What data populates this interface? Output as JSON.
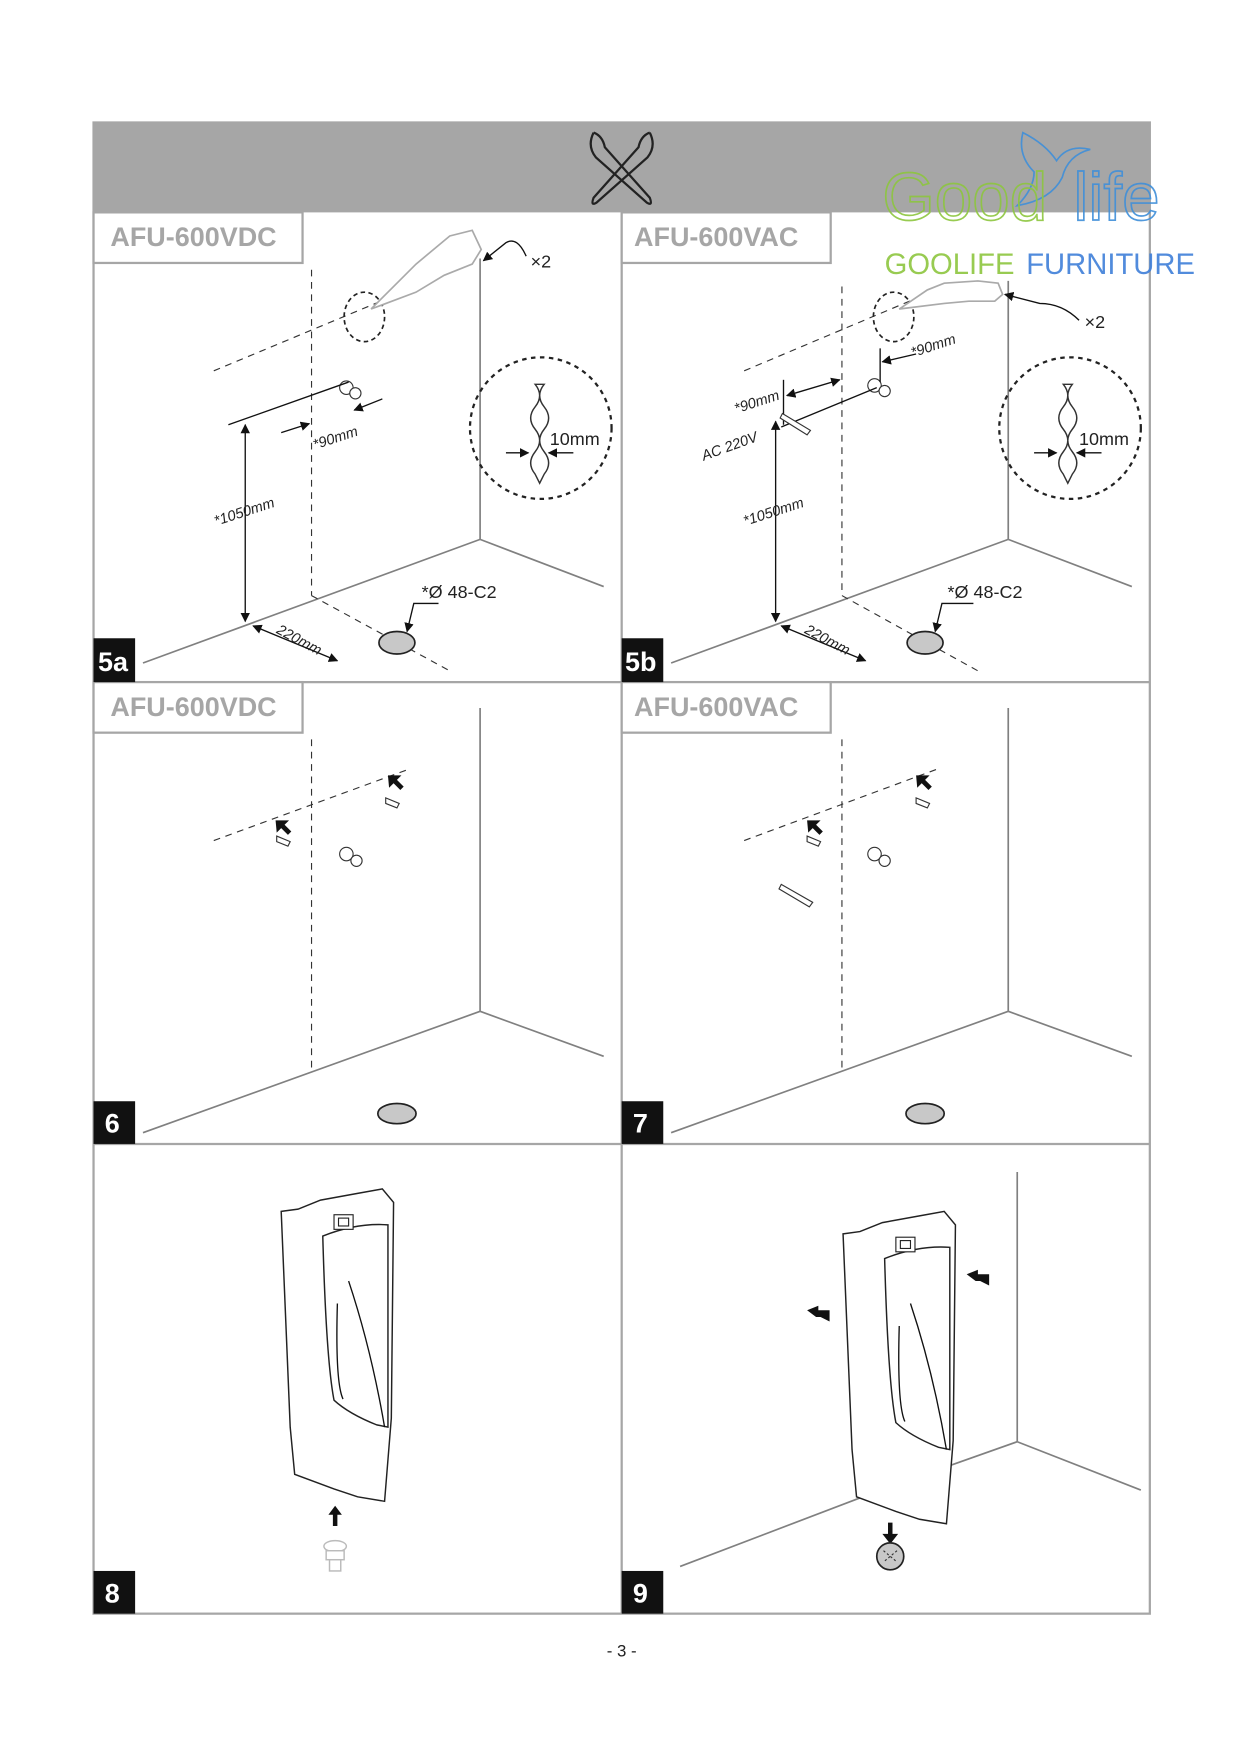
{
  "header": {
    "icon": "wrench-icon"
  },
  "watermark": {
    "logo_text": "Goodlife",
    "brand_text_1": "GOOLIFE",
    "brand_text_2": "FURNITURE",
    "green": "#8dc63f",
    "blue": "#3f7fd9"
  },
  "panels": [
    {
      "step": "5a",
      "model": "AFU-600VDC",
      "times": "×2",
      "drill": "10mm",
      "d90": "*90mm",
      "d1050": "*1050mm",
      "d220": "220mm",
      "pipe": "*Ø 48-C2"
    },
    {
      "step": "5b",
      "model": "AFU-600VAC",
      "times": "×2",
      "drill": "10mm",
      "d90a": "*90mm",
      "d90b": "*90mm",
      "power": "AC 220V",
      "d1050": "*1050mm",
      "d220": "220mm",
      "pipe": "*Ø 48-C2"
    },
    {
      "step": "6",
      "model": "AFU-600VDC"
    },
    {
      "step": "7",
      "model": "AFU-600VAC"
    },
    {
      "step": "8"
    },
    {
      "step": "9"
    }
  ],
  "footer": {
    "page_number": "- 3 -"
  }
}
